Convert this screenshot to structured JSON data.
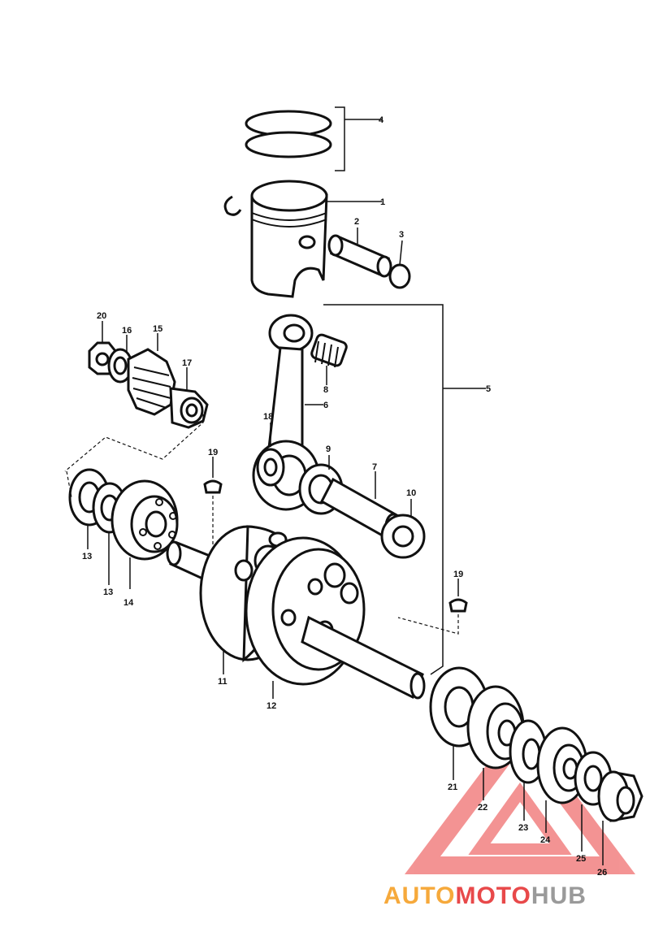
{
  "parts": [
    {
      "id": "4"
    },
    {
      "id": "1"
    },
    {
      "id": "2"
    },
    {
      "id": "3"
    },
    {
      "id": "5"
    },
    {
      "id": "6"
    },
    {
      "id": "8"
    },
    {
      "id": "9"
    },
    {
      "id": "7"
    },
    {
      "id": "10"
    },
    {
      "id": "18"
    },
    {
      "id": "20"
    },
    {
      "id": "16"
    },
    {
      "id": "15"
    },
    {
      "id": "17"
    },
    {
      "id": "19"
    },
    {
      "id": "19"
    },
    {
      "id": "13"
    },
    {
      "id": "13"
    },
    {
      "id": "14"
    },
    {
      "id": "11"
    },
    {
      "id": "12"
    },
    {
      "id": "21"
    },
    {
      "id": "22"
    },
    {
      "id": "23"
    },
    {
      "id": "24"
    },
    {
      "id": "25"
    },
    {
      "id": "26"
    }
  ],
  "watermark": {
    "text_orange": "AUTO",
    "text_red": "MOTO",
    "text_gray": "HUB",
    "color_orange": "#f6a93b",
    "color_red": "#e8494a",
    "color_gray": "#9a9a9a",
    "logo_color": "#f07070"
  }
}
